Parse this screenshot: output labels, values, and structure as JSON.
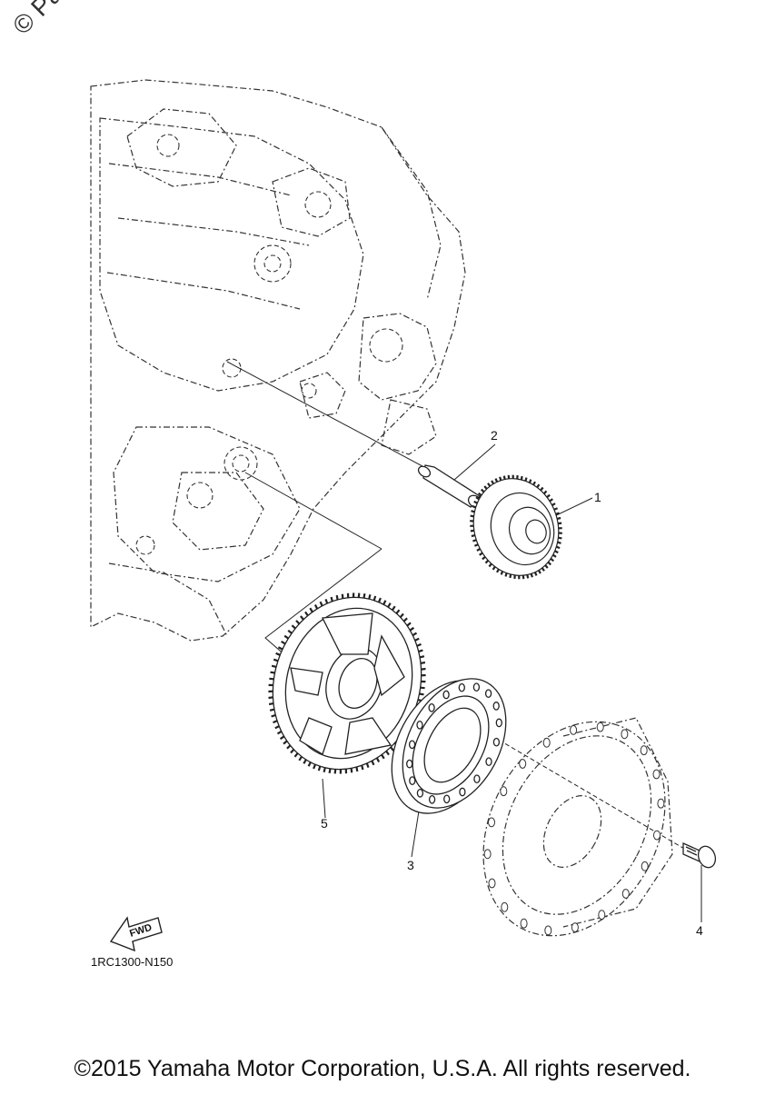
{
  "watermark": "© Pa",
  "callouts": {
    "part_1": "1",
    "part_2": "2",
    "part_3": "3",
    "part_4": "4",
    "part_5": "5"
  },
  "fwd_label": "FWD",
  "diagram_code": "1RC1300-N150",
  "copyright": "©2015 Yamaha Motor Corporation, U.S.A. All rights reserved.",
  "colors": {
    "line": "#222222",
    "background": "#ffffff"
  }
}
